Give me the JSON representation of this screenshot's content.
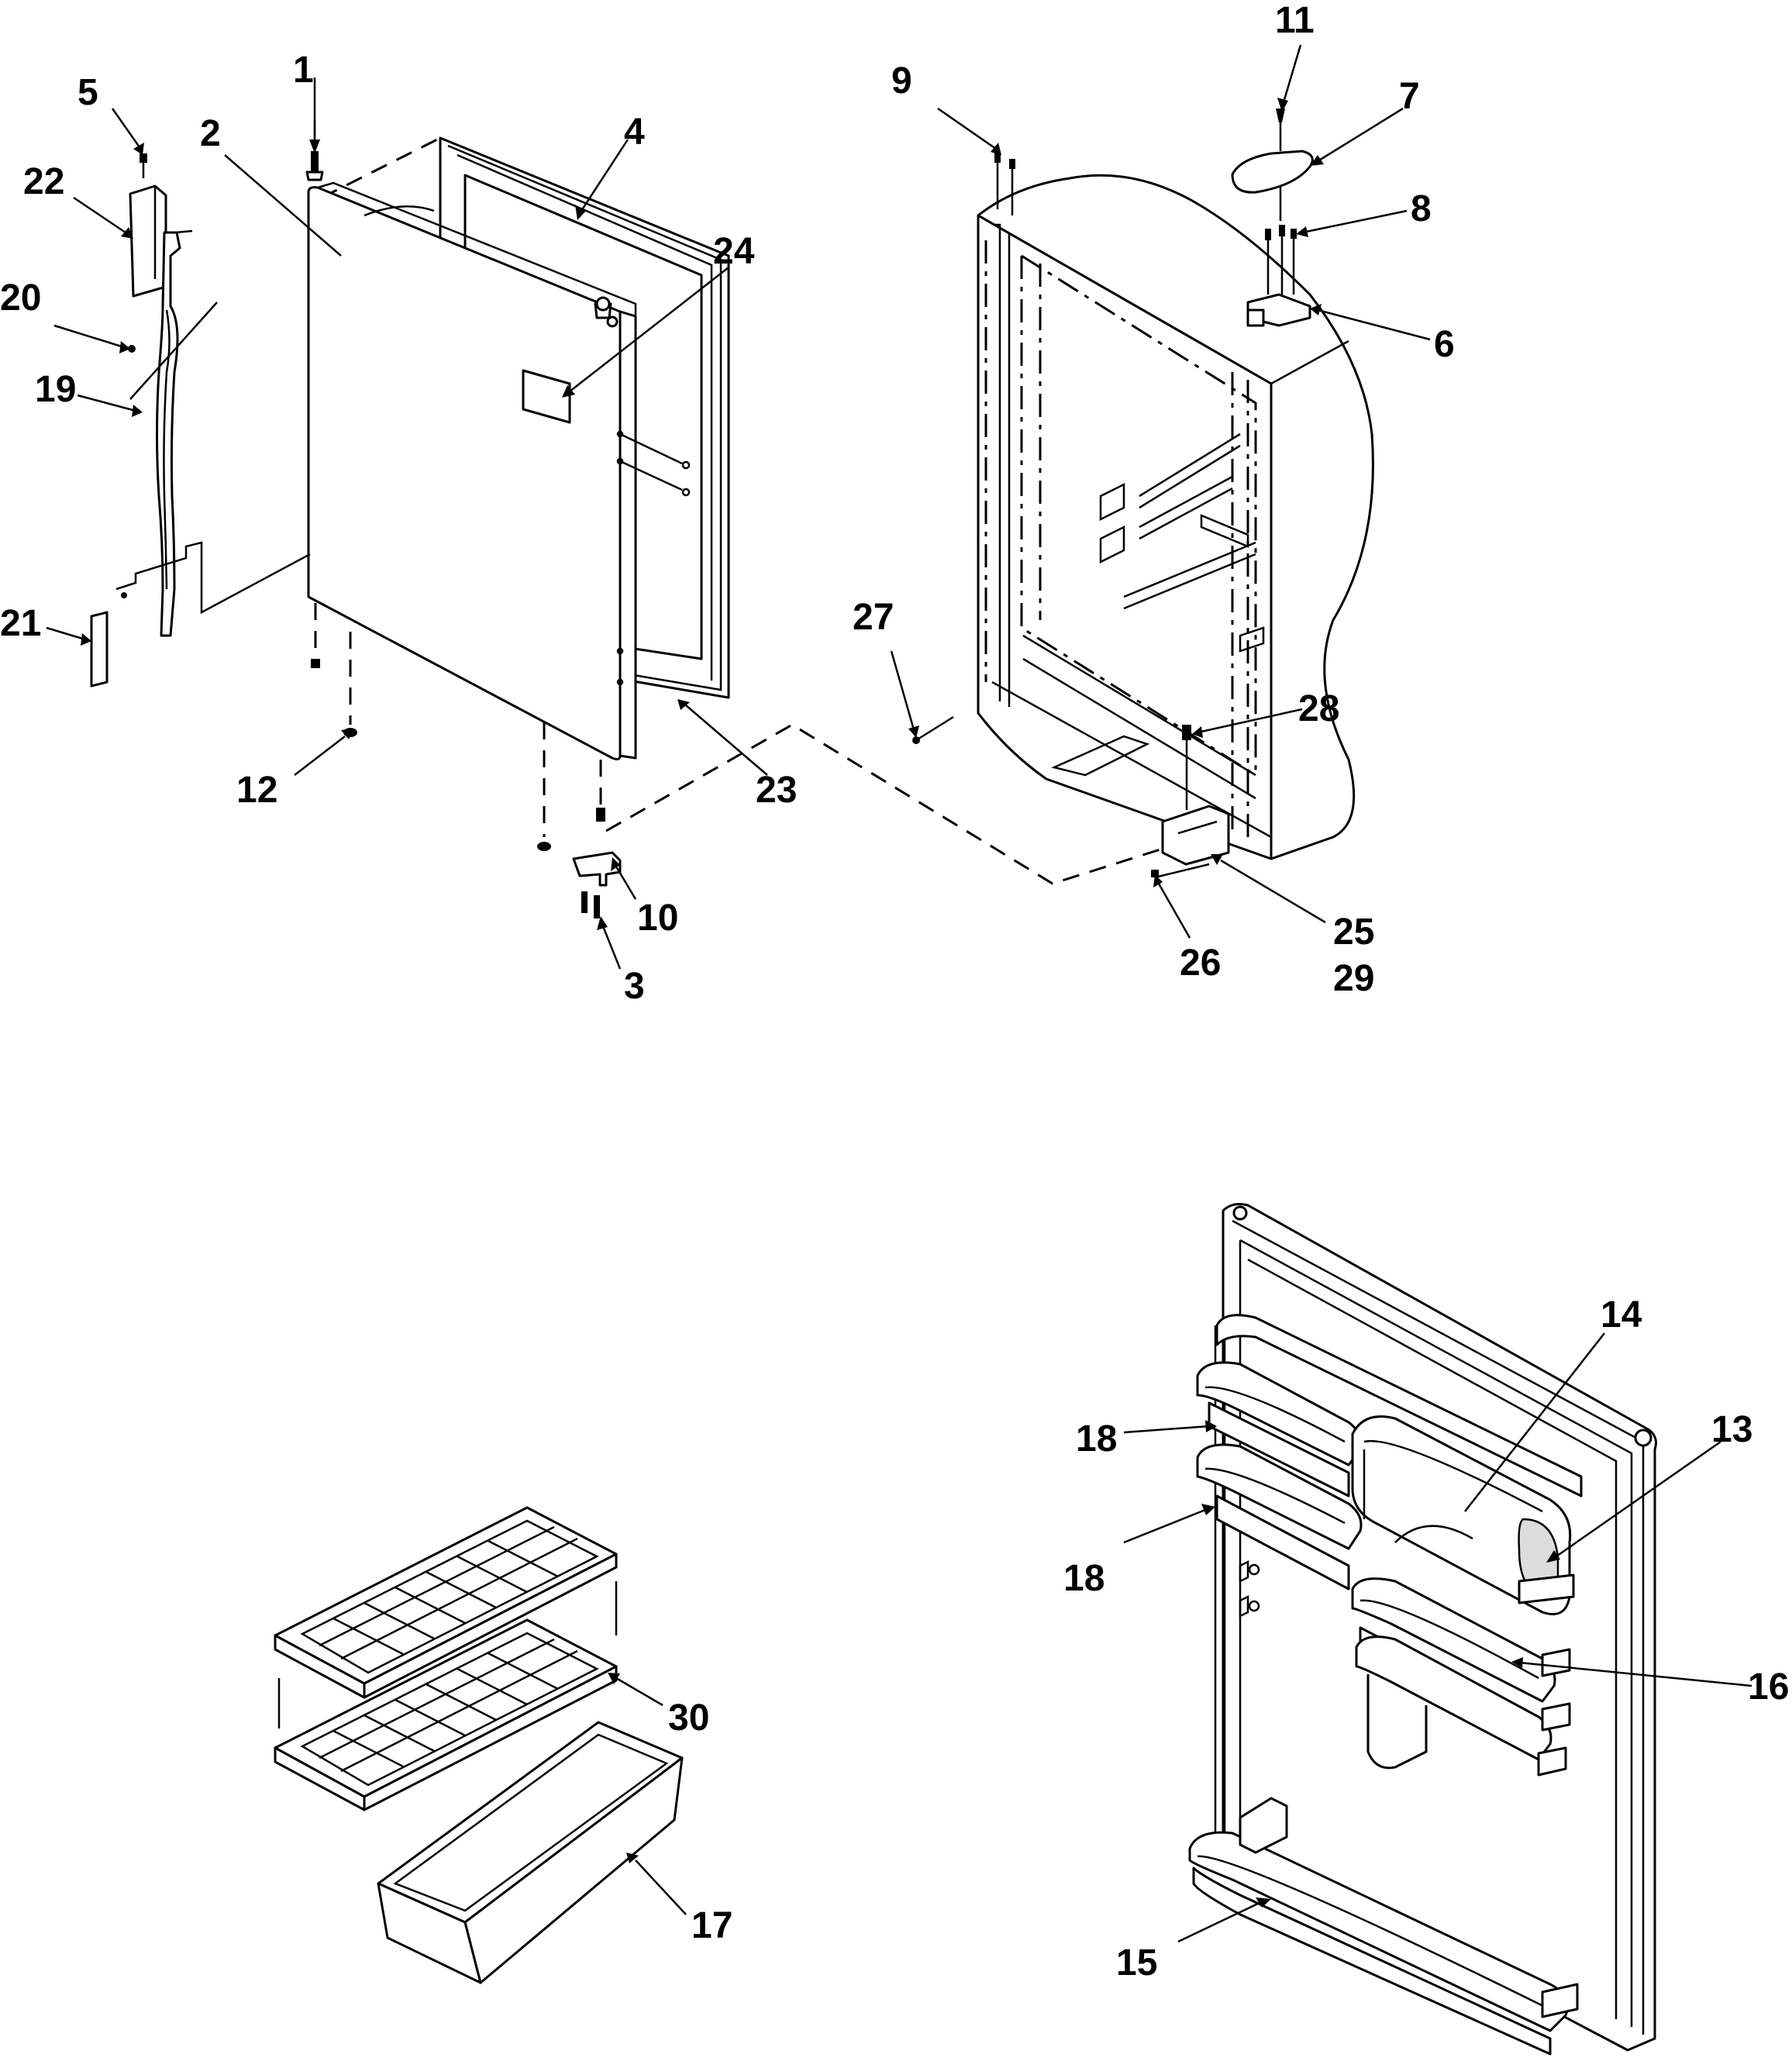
{
  "callouts": [
    {
      "id": "1",
      "text": "1"
    },
    {
      "id": "2",
      "text": "2"
    },
    {
      "id": "3",
      "text": "3"
    },
    {
      "id": "4",
      "text": "4"
    },
    {
      "id": "5",
      "text": "5"
    },
    {
      "id": "6",
      "text": "6"
    },
    {
      "id": "7",
      "text": "7"
    },
    {
      "id": "8",
      "text": "8"
    },
    {
      "id": "9",
      "text": "9"
    },
    {
      "id": "10",
      "text": "10"
    },
    {
      "id": "11",
      "text": "11"
    },
    {
      "id": "12",
      "text": "12"
    },
    {
      "id": "13",
      "text": "13"
    },
    {
      "id": "14",
      "text": "14"
    },
    {
      "id": "15",
      "text": "15"
    },
    {
      "id": "16",
      "text": "16"
    },
    {
      "id": "17",
      "text": "17"
    },
    {
      "id": "18a",
      "text": "18"
    },
    {
      "id": "18b",
      "text": "18"
    },
    {
      "id": "19",
      "text": "19"
    },
    {
      "id": "20",
      "text": "20"
    },
    {
      "id": "21",
      "text": "21"
    },
    {
      "id": "22",
      "text": "22"
    },
    {
      "id": "23",
      "text": "23"
    },
    {
      "id": "24",
      "text": "24"
    },
    {
      "id": "25",
      "text": "25"
    },
    {
      "id": "26",
      "text": "26"
    },
    {
      "id": "27",
      "text": "27"
    },
    {
      "id": "28",
      "text": "28"
    },
    {
      "id": "29",
      "text": "29"
    },
    {
      "id": "30",
      "text": "30"
    }
  ],
  "colors": {
    "line": "#000000",
    "background": "#ffffff"
  }
}
